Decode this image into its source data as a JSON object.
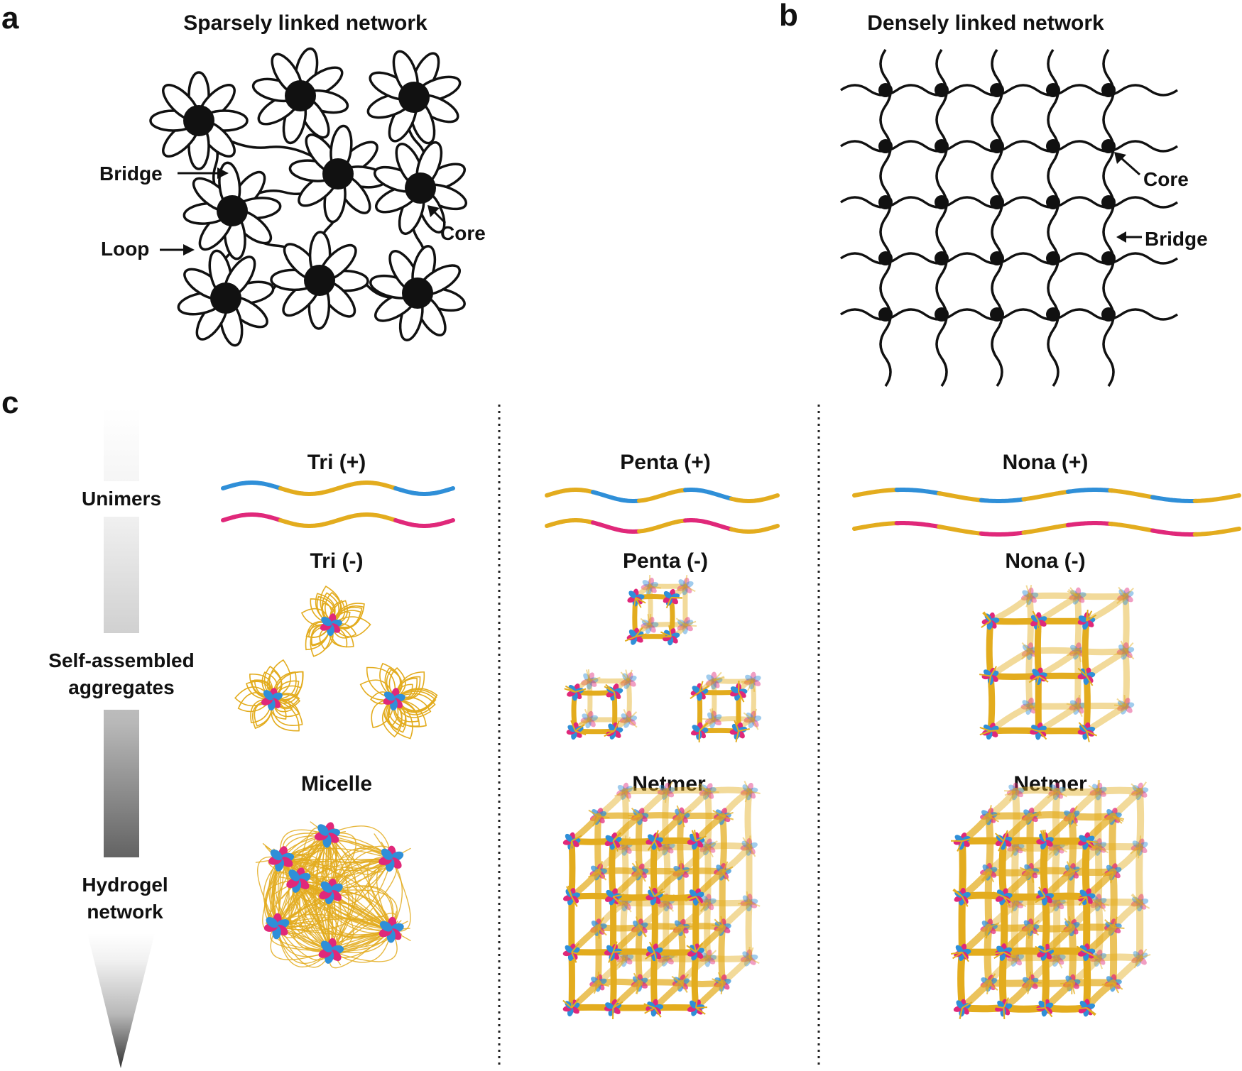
{
  "panels": {
    "a": {
      "letter": "a",
      "title": "Sparsely linked network",
      "bridge_label": "Bridge",
      "loop_label": "Loop",
      "core_label": "Core"
    },
    "b": {
      "letter": "b",
      "title": "Densely linked network",
      "core_label": "Core",
      "bridge_label": "Bridge"
    },
    "c": {
      "letter": "c",
      "stages": {
        "unimers": "Unimers",
        "aggregates_line1": "Self-assembled",
        "aggregates_line2": "aggregates",
        "hydrogel_line1": "Hydrogel",
        "hydrogel_line2": "network"
      },
      "columns": [
        {
          "plus_label": "Tri (+)",
          "minus_label": "Tri (-)",
          "network_label": "Micelle"
        },
        {
          "plus_label": "Penta (+)",
          "minus_label": "Penta (-)",
          "network_label": "Netmer"
        },
        {
          "plus_label": "Nona (+)",
          "minus_label": "Nona (-)",
          "network_label": "Netmer"
        }
      ]
    }
  },
  "colors": {
    "ink": "#111111",
    "neutral_block": "#e3ac1e",
    "positive_block": "#2f8fd8",
    "negative_block": "#e0287a",
    "arrow_light": "#f4f4f4",
    "arrow_dark": "#3a3a3a"
  }
}
